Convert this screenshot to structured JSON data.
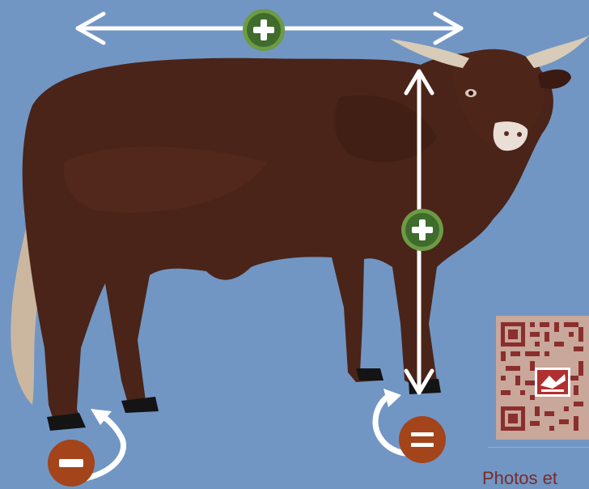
{
  "credit_text": "Photos et",
  "colors": {
    "background": "#7196c4",
    "bull_body": "#4a2418",
    "plus_badge": "#3f6b2c",
    "plus_ring": "#6d9a45",
    "minus_badge": "#a3441a",
    "equal_badge": "#a3441a",
    "arrow": "#ffffff",
    "qr_dark": "#8a2e2e",
    "qr_light": "#c9a79a"
  },
  "indicators": {
    "length": {
      "symbol": "plus",
      "meaning": "increase"
    },
    "height": {
      "symbol": "plus",
      "meaning": "increase"
    },
    "rear_feet": {
      "symbol": "minus",
      "meaning": "decrease"
    },
    "front_feet": {
      "symbol": "equal",
      "meaning": "unchanged"
    }
  },
  "icons": [
    "bull-illustration",
    "length-arrow",
    "height-arrow",
    "plus-icon",
    "minus-icon",
    "equal-icon",
    "curved-arrow",
    "qr-code",
    "logo"
  ]
}
